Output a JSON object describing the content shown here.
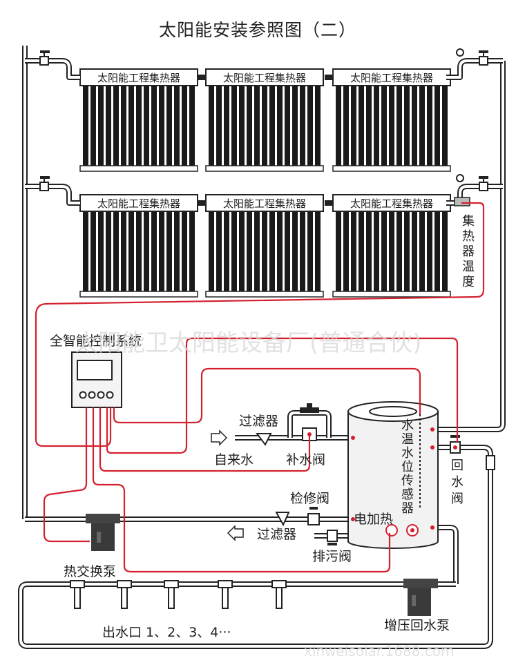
{
  "title": "太阳能安装参照图（二）",
  "collector_label": "太阳能工程集热器",
  "labels": {
    "collector_temp": "集热器温度",
    "control_system": "全智能控制系统",
    "filter_top": "过滤器",
    "tap_water": "自来水",
    "makeup_valve": "补水阀",
    "level_sensor": "水温水位传感器",
    "return_valve": "回水阀",
    "service_valve": "检修阀",
    "electric_heater": "电加热",
    "filter_bottom": "过滤器",
    "drain_valve": "排污阀",
    "heat_exchange_pump": "热交换泵",
    "outlets": "出水口 1、2、3、4···",
    "booster_pump": "增压回水泵"
  },
  "watermarks": {
    "overlay": "太阳能卫太阳能设备厂(普通合伙)",
    "corner": "xinweisolar.1688.com"
  },
  "colors": {
    "pipe": "#222222",
    "wire": "#d4202e",
    "tube": "#1a1a1a",
    "tank": "#f2f2f2"
  }
}
